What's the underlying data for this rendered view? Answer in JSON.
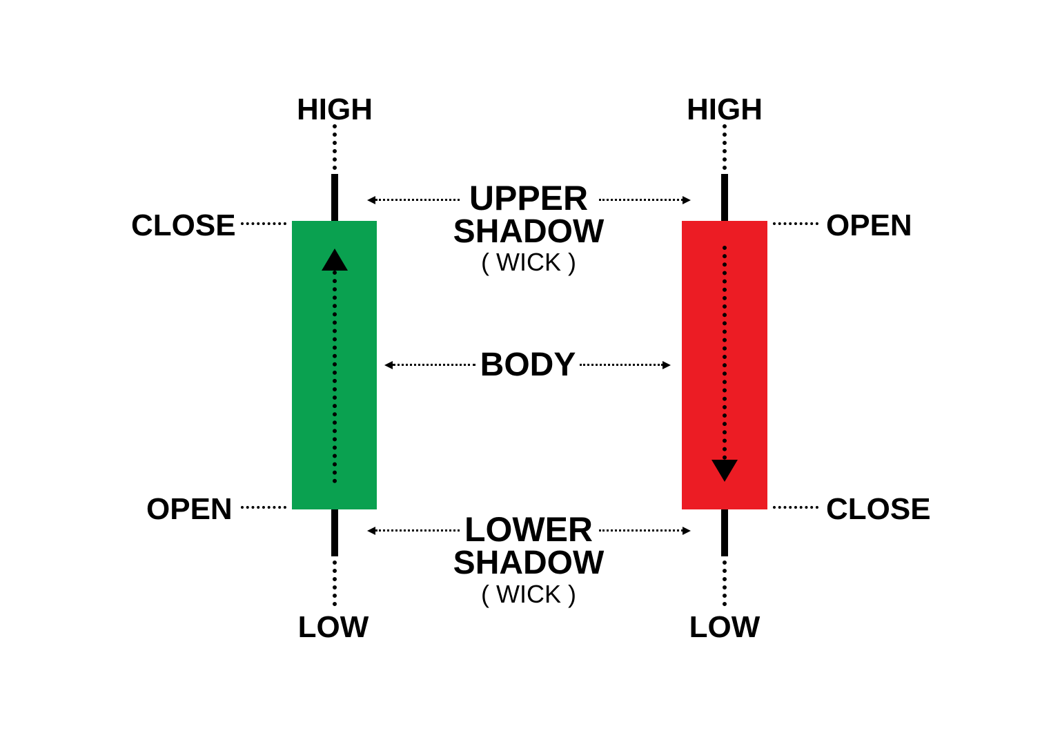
{
  "colors": {
    "bullish_body": "#0aa150",
    "bearish_body": "#ec1c24",
    "ink": "#000000",
    "background": "#ffffff"
  },
  "bullish": {
    "high": "HIGH",
    "low": "LOW",
    "close": "CLOSE",
    "open": "OPEN",
    "direction_icon": "arrow-up-icon"
  },
  "bearish": {
    "high": "HIGH",
    "low": "LOW",
    "open": "OPEN",
    "close": "CLOSE",
    "direction_icon": "arrow-down-icon"
  },
  "center": {
    "upper_line1": "UPPER",
    "upper_line2": "SHADOW",
    "upper_line3": "( WICK )",
    "body": "BODY",
    "lower_line1": "LOWER",
    "lower_line2": "SHADOW",
    "lower_line3": "( WICK )"
  }
}
